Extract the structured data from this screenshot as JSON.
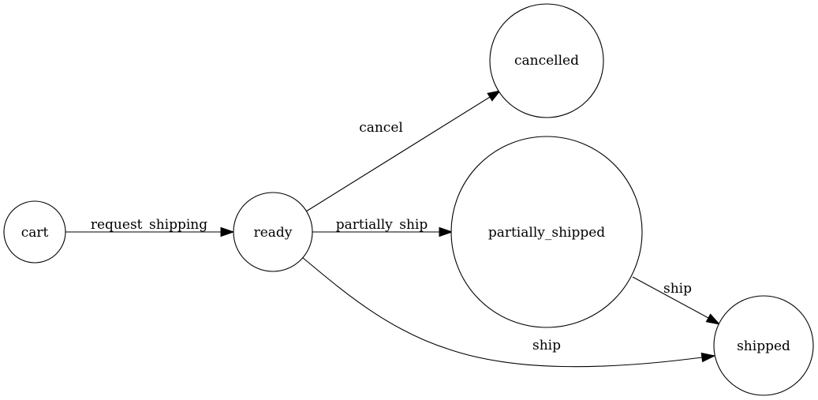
{
  "diagram": {
    "nodes": {
      "cart": "cart",
      "ready": "ready",
      "cancelled": "cancelled",
      "partially_shipped": "partially_shipped",
      "shipped": "shipped"
    },
    "edges": {
      "request_shipping": "request_shipping",
      "cancel": "cancel",
      "partially_ship": "partially_ship",
      "ship_from_partial": "ship",
      "ship_from_ready": "ship"
    }
  }
}
